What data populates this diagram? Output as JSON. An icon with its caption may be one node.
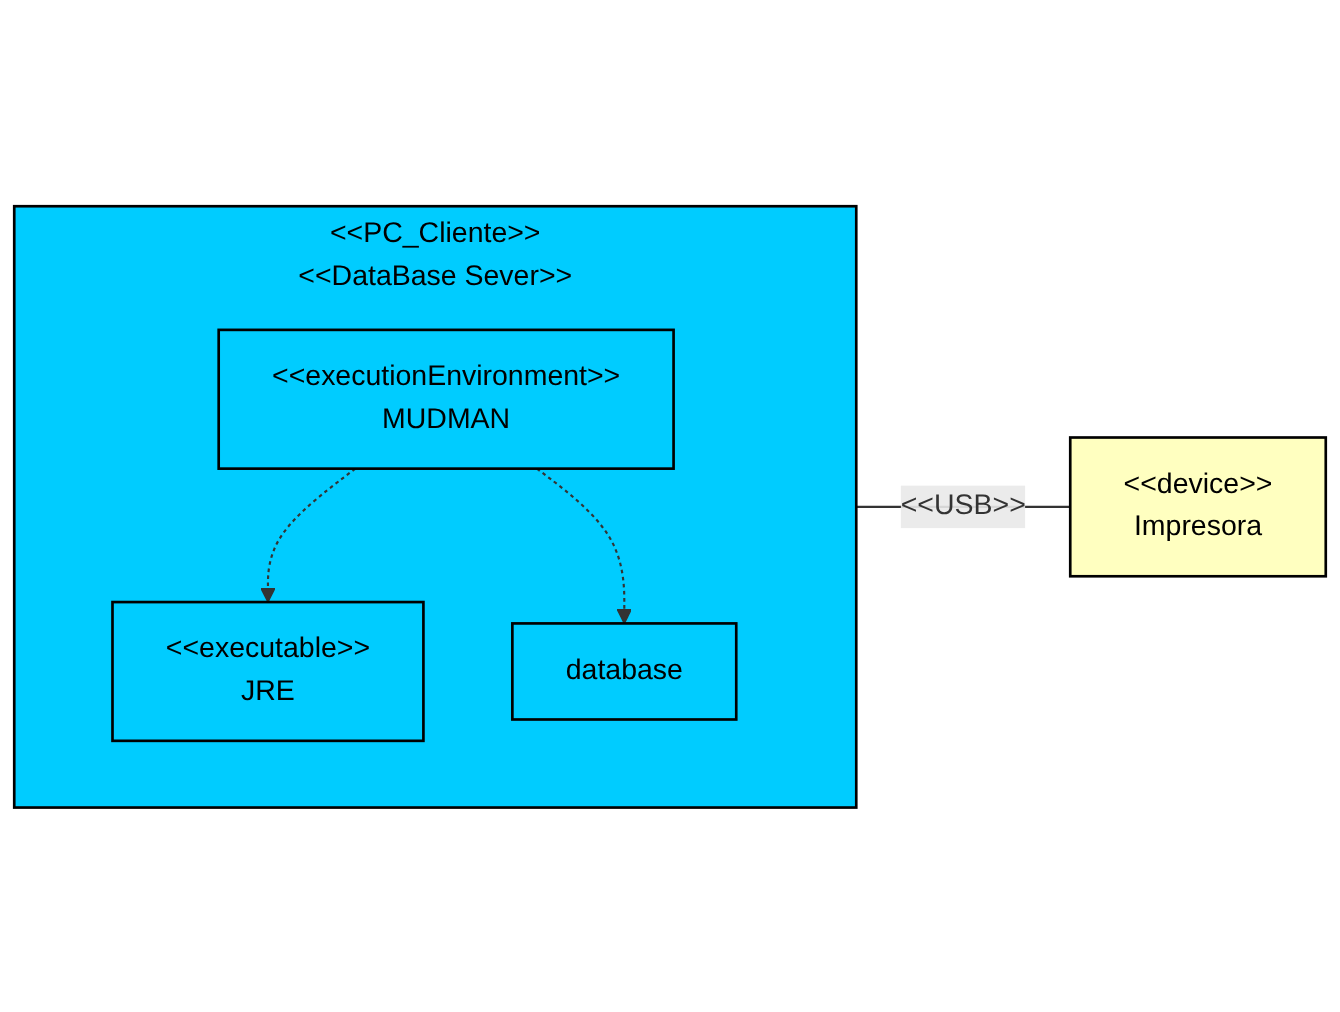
{
  "diagram": {
    "nodes": [
      {
        "text": [
          "<<PC_Cliente>>",
          "<<DataBase Sever>>"
        ]
      },
      {
        "text": [
          "<<executable>>",
          "JRE"
        ],
        "in": 0
      },
      {
        "text": [
          "<<executionEnvironment>>",
          "MUDMAN"
        ],
        "in": 0
      },
      {
        "text": [
          "database"
        ],
        "in": 0
      },
      {
        "text": [
          "<<device>>",
          "Impresora"
        ]
      }
    ],
    "edges": [
      {
        "from": 2,
        "to": 1,
        "arrow": "to",
        "style": "dashed"
      },
      {
        "from": 2,
        "to": 3,
        "arrow": "to",
        "style": "dashed"
      },
      {
        "from": 0,
        "to": 4,
        "arrow": "none",
        "label": "<<USB>>"
      }
    ]
  }
}
